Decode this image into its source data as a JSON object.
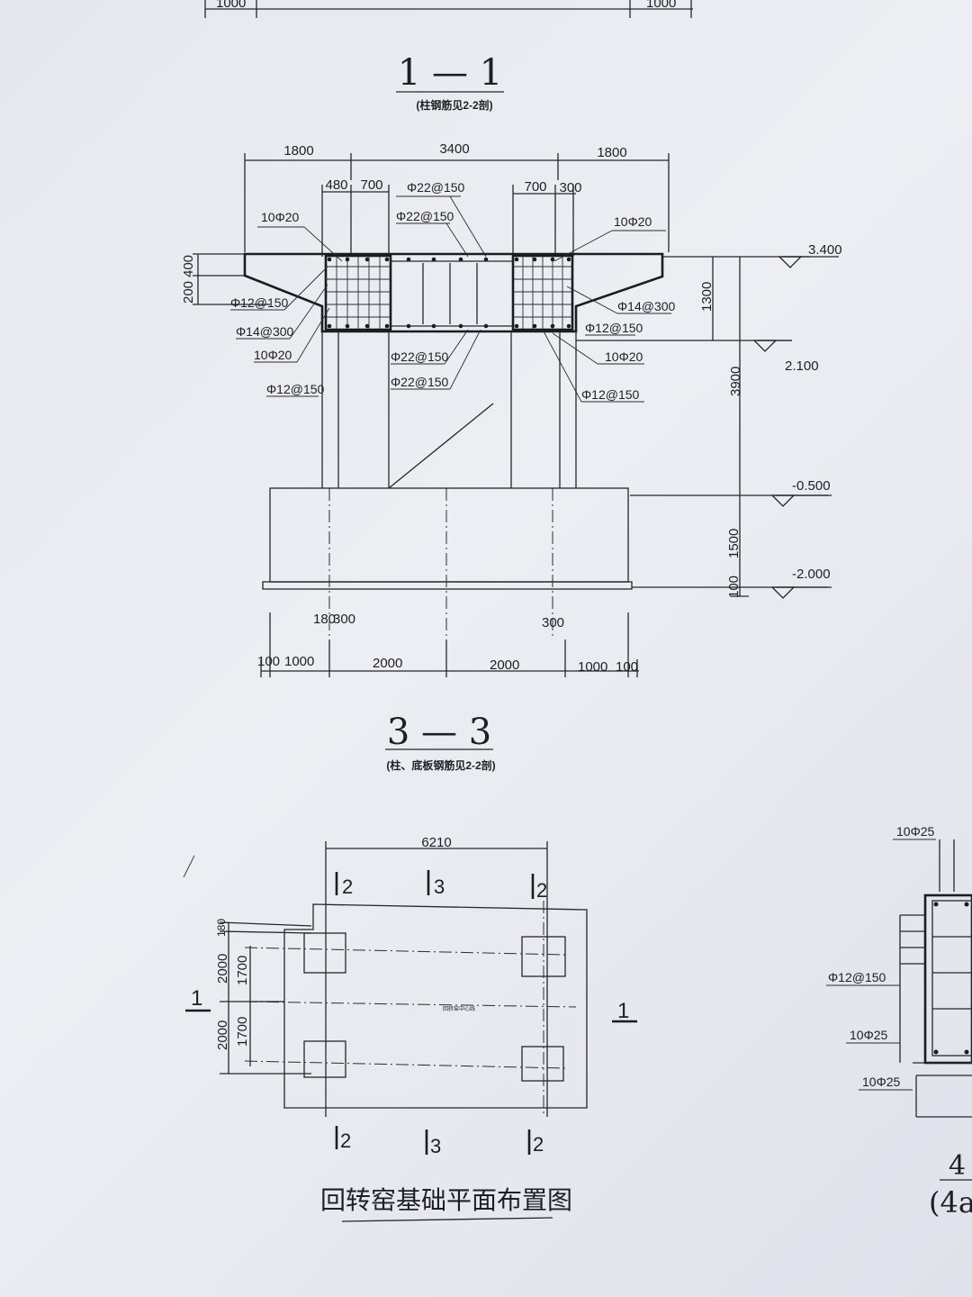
{
  "top_strip": {
    "dims": [
      "1000",
      "1000"
    ]
  },
  "section_1_1": {
    "title": "1 — 1",
    "note": "(柱钢筋见2-2剖)"
  },
  "section_3_3": {
    "title": "3 — 3",
    "note": "(柱、底板钢筋见2-2剖)",
    "top_dims": [
      "1800",
      "3400",
      "1800"
    ],
    "sub_dims": [
      "480",
      "700",
      "700",
      "300"
    ],
    "left_dims": [
      "200",
      "400"
    ],
    "right_dims": [
      "1300",
      "3900",
      "1500",
      "100"
    ],
    "elevations": [
      "3.400",
      "2.100",
      "-0.500",
      "-2.000"
    ],
    "rebar_labels": {
      "top_center_1": "Φ22@150",
      "top_center_2": "Φ22@150",
      "top_left": "10Φ20",
      "top_right": "10Φ20",
      "left_1": "Φ12@150",
      "left_2": "Φ14@300",
      "left_3": "10Φ20",
      "left_4": "Φ12@150",
      "right_1": "Φ14@300",
      "right_2": "Φ12@150",
      "right_3": "10Φ20",
      "right_4": "Φ12@150",
      "bottom_center_1": "Φ22@150",
      "bottom_center_2": "Φ22@150"
    },
    "base_small_dims": [
      "180",
      "300",
      "300"
    ],
    "bottom_dims": [
      "100",
      "1000",
      "2000",
      "2000",
      "1000",
      "100"
    ]
  },
  "plan": {
    "title": "回转窑基础平面布置图",
    "top_dim": "6210",
    "section_marks_top": [
      "2",
      "3",
      "2"
    ],
    "section_marks_bottom": [
      "2",
      "3",
      "2"
    ],
    "section_marks_side": [
      "1",
      "1"
    ],
    "left_dims": [
      "180",
      "2000",
      "1700",
      "2000",
      "1700"
    ],
    "center_label": "回转窑中心线"
  },
  "partial_right": {
    "labels": [
      "10Φ25",
      "Φ12@150",
      "10Φ25",
      "10Φ25"
    ],
    "title_fragment": "4",
    "sub_fragment": "(4a"
  }
}
